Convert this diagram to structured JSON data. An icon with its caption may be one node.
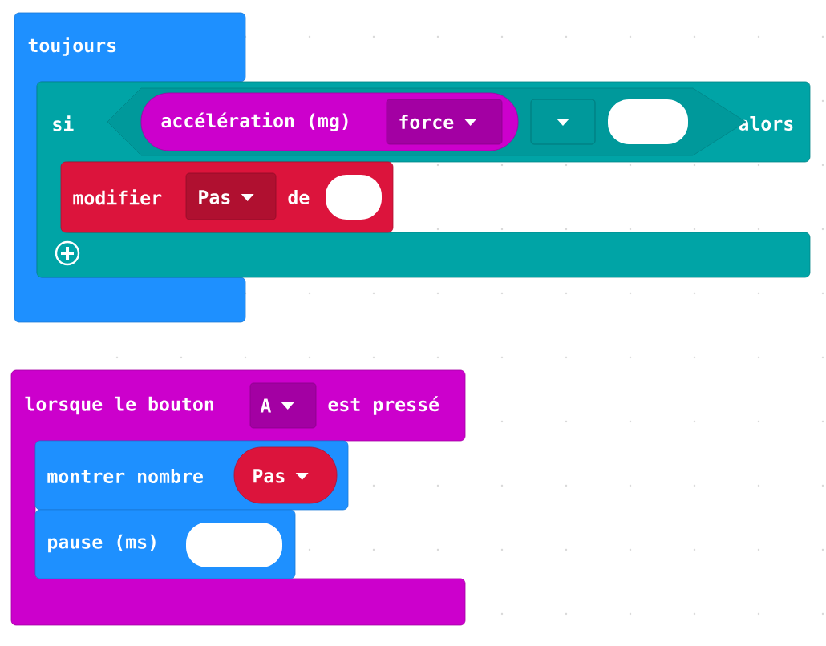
{
  "diagram": {
    "nodes": [
      {
        "text": [
          "toujours"
        ]
      },
      {
        "text": [
          "si",
          "alors"
        ]
      },
      {
        "text": [],
        "shape": "hexagon",
        "in": 1
      },
      {
        "text": [
          "accélération (mg)"
        ],
        "in": 2
      },
      {
        "text": [
          "force"
        ],
        "in": 3
      },
      {
        "text": [],
        "shape": "box",
        "in": 2
      },
      {
        "text": [],
        "shape": "oval",
        "in": 2
      },
      {
        "text": [
          "modifier",
          "de"
        ],
        "in": 1
      },
      {
        "text": [
          "Pas"
        ],
        "in": 7
      },
      {
        "text": [],
        "shape": "oval",
        "in": 7
      },
      {
        "text": [
          "lorsque le bouton",
          "est pressé"
        ]
      },
      {
        "text": [
          "A"
        ],
        "in": 10
      },
      {
        "text": [
          "montrer nombre"
        ],
        "in": 10
      },
      {
        "text": [
          "Pas"
        ],
        "in": 12
      },
      {
        "text": [
          "pause (ms)"
        ],
        "in": 10
      },
      {
        "text": [],
        "shape": "oval",
        "in": 14
      }
    ]
  }
}
